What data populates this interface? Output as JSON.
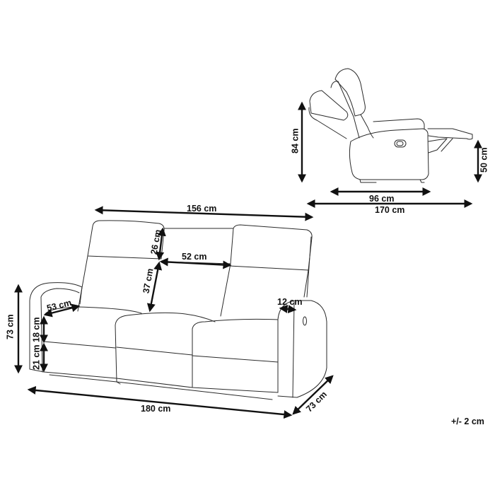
{
  "diagram": {
    "subject": "3-seat recliner sofa dimension drawing",
    "stroke_color": "#111111",
    "background": "#ffffff",
    "front_view": {
      "overall_width": "156 cm",
      "headrest_height": "26 cm",
      "seat_width": "52 cm",
      "backrest_height": "37 cm",
      "seat_depth": "53 cm",
      "seat_cushion_height": "18 cm",
      "seat_height_from_floor": "21 cm",
      "total_height": "73 cm",
      "armrest_width": "12 cm",
      "base_width": "180 cm",
      "depth": "73 cm"
    },
    "side_view": {
      "reclined_height": "84 cm",
      "footrest_height": "50 cm",
      "depth_upright": "96 cm",
      "depth_reclined": "170 cm"
    },
    "tolerance": "+/- 2 cm"
  }
}
